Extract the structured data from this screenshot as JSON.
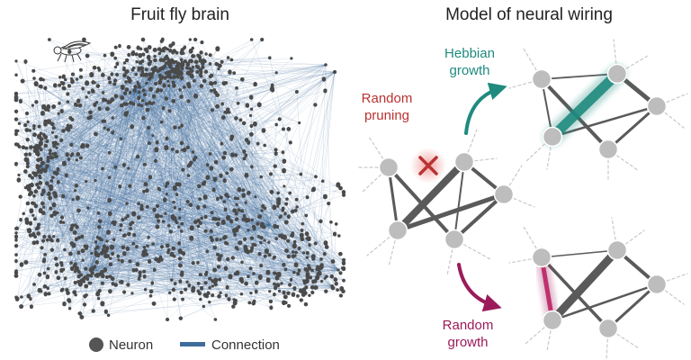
{
  "titles": {
    "left": "Fruit fly brain",
    "right": "Model of neural wiring"
  },
  "legend": {
    "neuron": "Neuron",
    "connection": "Connection"
  },
  "labels": {
    "pruning": [
      "Random",
      "pruning"
    ],
    "hebbian": [
      "Hebbian",
      "growth"
    ],
    "random_growth": [
      "Random",
      "growth"
    ]
  },
  "colors": {
    "neuron_dark": "#555555",
    "connection": "#3e6d9c",
    "model_node": "#bdbdbd",
    "model_edge": "#555555",
    "pruning": "#b83232",
    "hebbian": "#1f8a7e",
    "random_growth": "#9b1b5a"
  },
  "icons": [
    "fruit-fly-icon",
    "prune-cross-icon",
    "arrow-up-icon",
    "arrow-down-icon"
  ]
}
